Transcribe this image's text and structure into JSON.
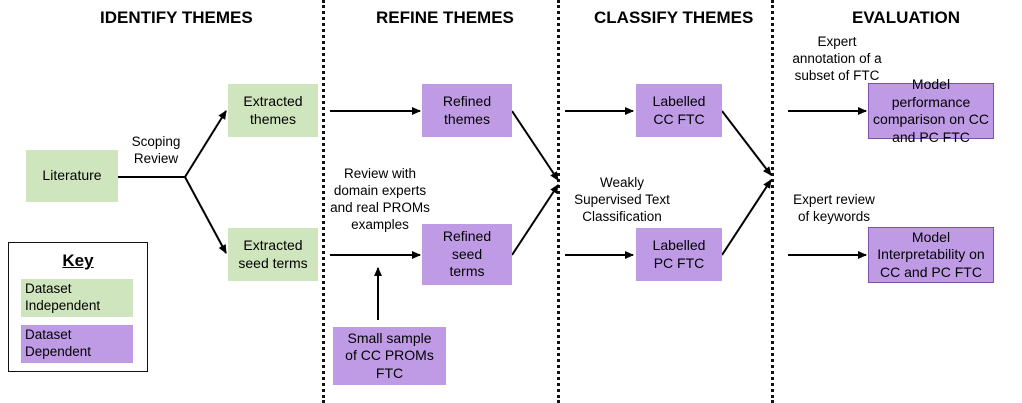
{
  "headers": {
    "identify": "IDENTIFY THEMES",
    "refine": "REFINE THEMES",
    "classify": "CLASSIFY THEMES",
    "evaluation": "EVALUATION"
  },
  "boxes": {
    "literature": "Literature",
    "extracted_themes": "Extracted\nthemes",
    "extracted_seed_terms": "Extracted\nseed terms",
    "refined_themes": "Refined\nthemes",
    "refined_seed_terms": "Refined\nseed\nterms",
    "small_sample": "Small sample\nof  CC PROMs\nFTC",
    "labelled_cc": "Labelled\nCC FTC",
    "labelled_pc": "Labelled\nPC FTC",
    "model_performance": "Model performance\ncomparison on CC\nand PC FTC",
    "model_interpretability": "Model\nInterpretability on\nCC and PC FTC"
  },
  "labels": {
    "scoping_review": "Scoping\nReview",
    "review_experts": "Review with\ndomain experts\nand real PROMs\nexamples",
    "weakly_supervised": "Weakly\nSupervised Text\nClassification",
    "expert_annotation": "Expert\nannotation of a\nsubset of FTC",
    "expert_review_keywords": "Expert review\nof keywords"
  },
  "key": {
    "title": "Key",
    "dataset_independent": "Dataset\nIndependent",
    "dataset_dependent": "Dataset\nDependent"
  },
  "colors": {
    "independent": "#cfe5bd",
    "dependent": "#bf9be6"
  }
}
